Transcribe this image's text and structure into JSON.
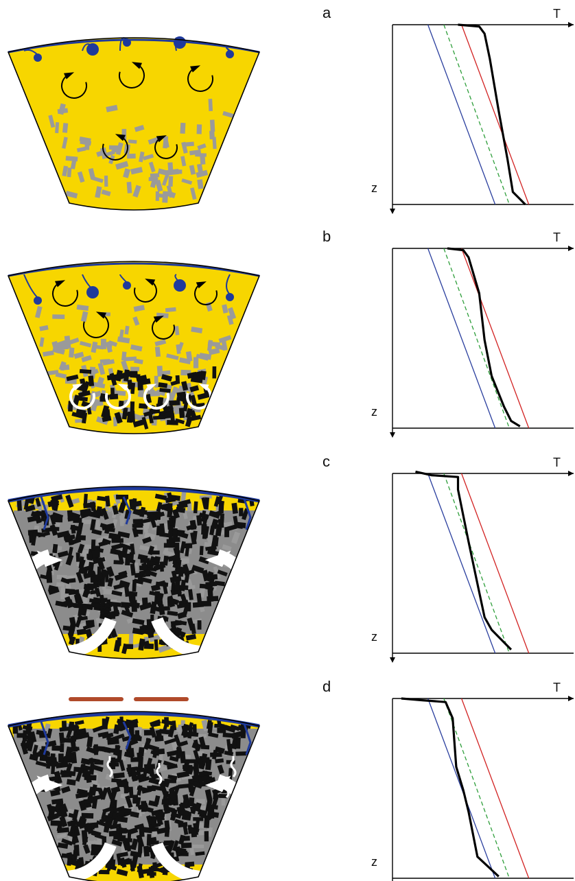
{
  "panels": [
    {
      "label": "a",
      "t_label": "T",
      "z_label": "z",
      "stage": 0,
      "profile": [
        [
          0.37,
          0.0
        ],
        [
          0.49,
          0.01
        ],
        [
          0.52,
          0.05
        ],
        [
          0.55,
          0.19
        ],
        [
          0.6,
          0.48
        ],
        [
          0.65,
          0.75
        ],
        [
          0.68,
          0.93
        ],
        [
          0.72,
          0.97
        ],
        [
          0.75,
          1.0
        ]
      ]
    },
    {
      "label": "b",
      "t_label": "T",
      "z_label": "z",
      "stage": 1,
      "profile": [
        [
          0.31,
          0.0
        ],
        [
          0.4,
          0.01
        ],
        [
          0.43,
          0.05
        ],
        [
          0.49,
          0.25
        ],
        [
          0.52,
          0.51
        ],
        [
          0.56,
          0.71
        ],
        [
          0.63,
          0.88
        ],
        [
          0.67,
          0.96
        ],
        [
          0.72,
          0.99
        ]
      ]
    },
    {
      "label": "c",
      "t_label": "T",
      "z_label": "z",
      "stage": 2,
      "profile": [
        [
          0.13,
          -0.01
        ],
        [
          0.22,
          0.01
        ],
        [
          0.37,
          0.02
        ],
        [
          0.37,
          0.09
        ],
        [
          0.43,
          0.38
        ],
        [
          0.49,
          0.66
        ],
        [
          0.52,
          0.8
        ],
        [
          0.56,
          0.87
        ],
        [
          0.67,
          0.98
        ]
      ]
    },
    {
      "label": "d",
      "t_label": "T",
      "z_label": "z",
      "stage": 3,
      "profile": [
        [
          0.05,
          0.0
        ],
        [
          0.17,
          0.01
        ],
        [
          0.3,
          0.02
        ],
        [
          0.34,
          0.11
        ],
        [
          0.36,
          0.38
        ],
        [
          0.4,
          0.51
        ],
        [
          0.43,
          0.63
        ],
        [
          0.48,
          0.88
        ],
        [
          0.6,
          0.99
        ]
      ]
    }
  ],
  "reference_lines": {
    "blue": {
      "color": "#2a3f9e",
      "top": 0.2,
      "bottom": 0.58,
      "style": "solid"
    },
    "green": {
      "color": "#2e9e3a",
      "top": 0.29,
      "bottom": 0.66,
      "style": "dashed"
    },
    "red": {
      "color": "#d22222",
      "top": 0.39,
      "bottom": 0.77,
      "style": "solid"
    }
  },
  "colors": {
    "magma": "#f7d600",
    "gray_crystals": "#9a9a9a",
    "black_crystals": "#111111",
    "crust": "#1f3a9c",
    "melt_patch": "#b04a2a",
    "profile": "#000000"
  }
}
